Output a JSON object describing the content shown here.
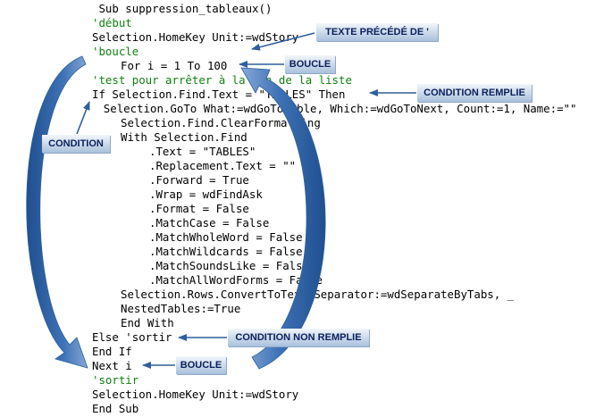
{
  "code_lines": [
    {
      "text": " Sub suppression_tableaux()",
      "comment": false,
      "indent": 0
    },
    {
      "text": "'début",
      "comment": true,
      "indent": 0
    },
    {
      "text": "Selection.HomeKey Unit:=wdStory",
      "comment": false,
      "indent": 0
    },
    {
      "text": "'boucle",
      "comment": true,
      "indent": 0
    },
    {
      "text": "For i = 1 To 100",
      "comment": false,
      "indent": 1
    },
    {
      "text": "'test pour arrêter à la fin de la liste",
      "comment": true,
      "indent": 0
    },
    {
      "text": "If Selection.Find.Text = \"TABLES\" Then",
      "comment": false,
      "indent": 0
    },
    {
      "text": "Selection.GoTo What:=wdGoToTable, Which:=wdGoToNext, Count:=1, Name:=\"\"",
      "comment": false,
      "indent": 0.4
    },
    {
      "text": "Selection.Find.ClearFormatting",
      "comment": false,
      "indent": 1
    },
    {
      "text": "With Selection.Find",
      "comment": false,
      "indent": 1
    },
    {
      "text": ".Text = \"TABLES\"",
      "comment": false,
      "indent": 2
    },
    {
      "text": ".Replacement.Text = \"\"",
      "comment": false,
      "indent": 2
    },
    {
      "text": ".Forward = True",
      "comment": false,
      "indent": 2
    },
    {
      "text": ".Wrap = wdFindAsk",
      "comment": false,
      "indent": 2
    },
    {
      "text": ".Format = False",
      "comment": false,
      "indent": 2
    },
    {
      "text": ".MatchCase = False",
      "comment": false,
      "indent": 2
    },
    {
      "text": ".MatchWholeWord = False",
      "comment": false,
      "indent": 2
    },
    {
      "text": ".MatchWildcards = False",
      "comment": false,
      "indent": 2
    },
    {
      "text": ".MatchSoundsLike = False",
      "comment": false,
      "indent": 2
    },
    {
      "text": ".MatchAllWordForms = False",
      "comment": false,
      "indent": 2
    },
    {
      "text": "Selection.Rows.ConvertToText Separator:=wdSeparateByTabs, _",
      "comment": false,
      "indent": 1
    },
    {
      "text": "NestedTables:=True",
      "comment": false,
      "indent": 1
    },
    {
      "text": "End With",
      "comment": false,
      "indent": 1
    },
    {
      "text": "Else 'sortir",
      "comment": false,
      "indent": 0
    },
    {
      "text": "End If",
      "comment": false,
      "indent": 0
    },
    {
      "text": "Next i",
      "comment": false,
      "indent": 0
    },
    {
      "text": "'sortir",
      "comment": true,
      "indent": 0
    },
    {
      "text": "Selection.HomeKey Unit:=wdStory",
      "comment": false,
      "indent": 0
    },
    {
      "text": "End Sub",
      "comment": false,
      "indent": 0
    }
  ],
  "labels": {
    "texte_precede": "TEXTE PRÉCÉDÉ DE '",
    "boucle_top": "BOUCLE",
    "condition_remplie": "CONDITION REMPLIE",
    "condition": "CONDITION",
    "condition_non_remplie": "CONDITION NON REMPLIE",
    "boucle_bottom": "BOUCLE"
  },
  "colors": {
    "comment": "#108010",
    "arrow_blue": "#2f5f9e",
    "arrow_light": "#6f95c8",
    "label_text": "#0a1f5c"
  }
}
